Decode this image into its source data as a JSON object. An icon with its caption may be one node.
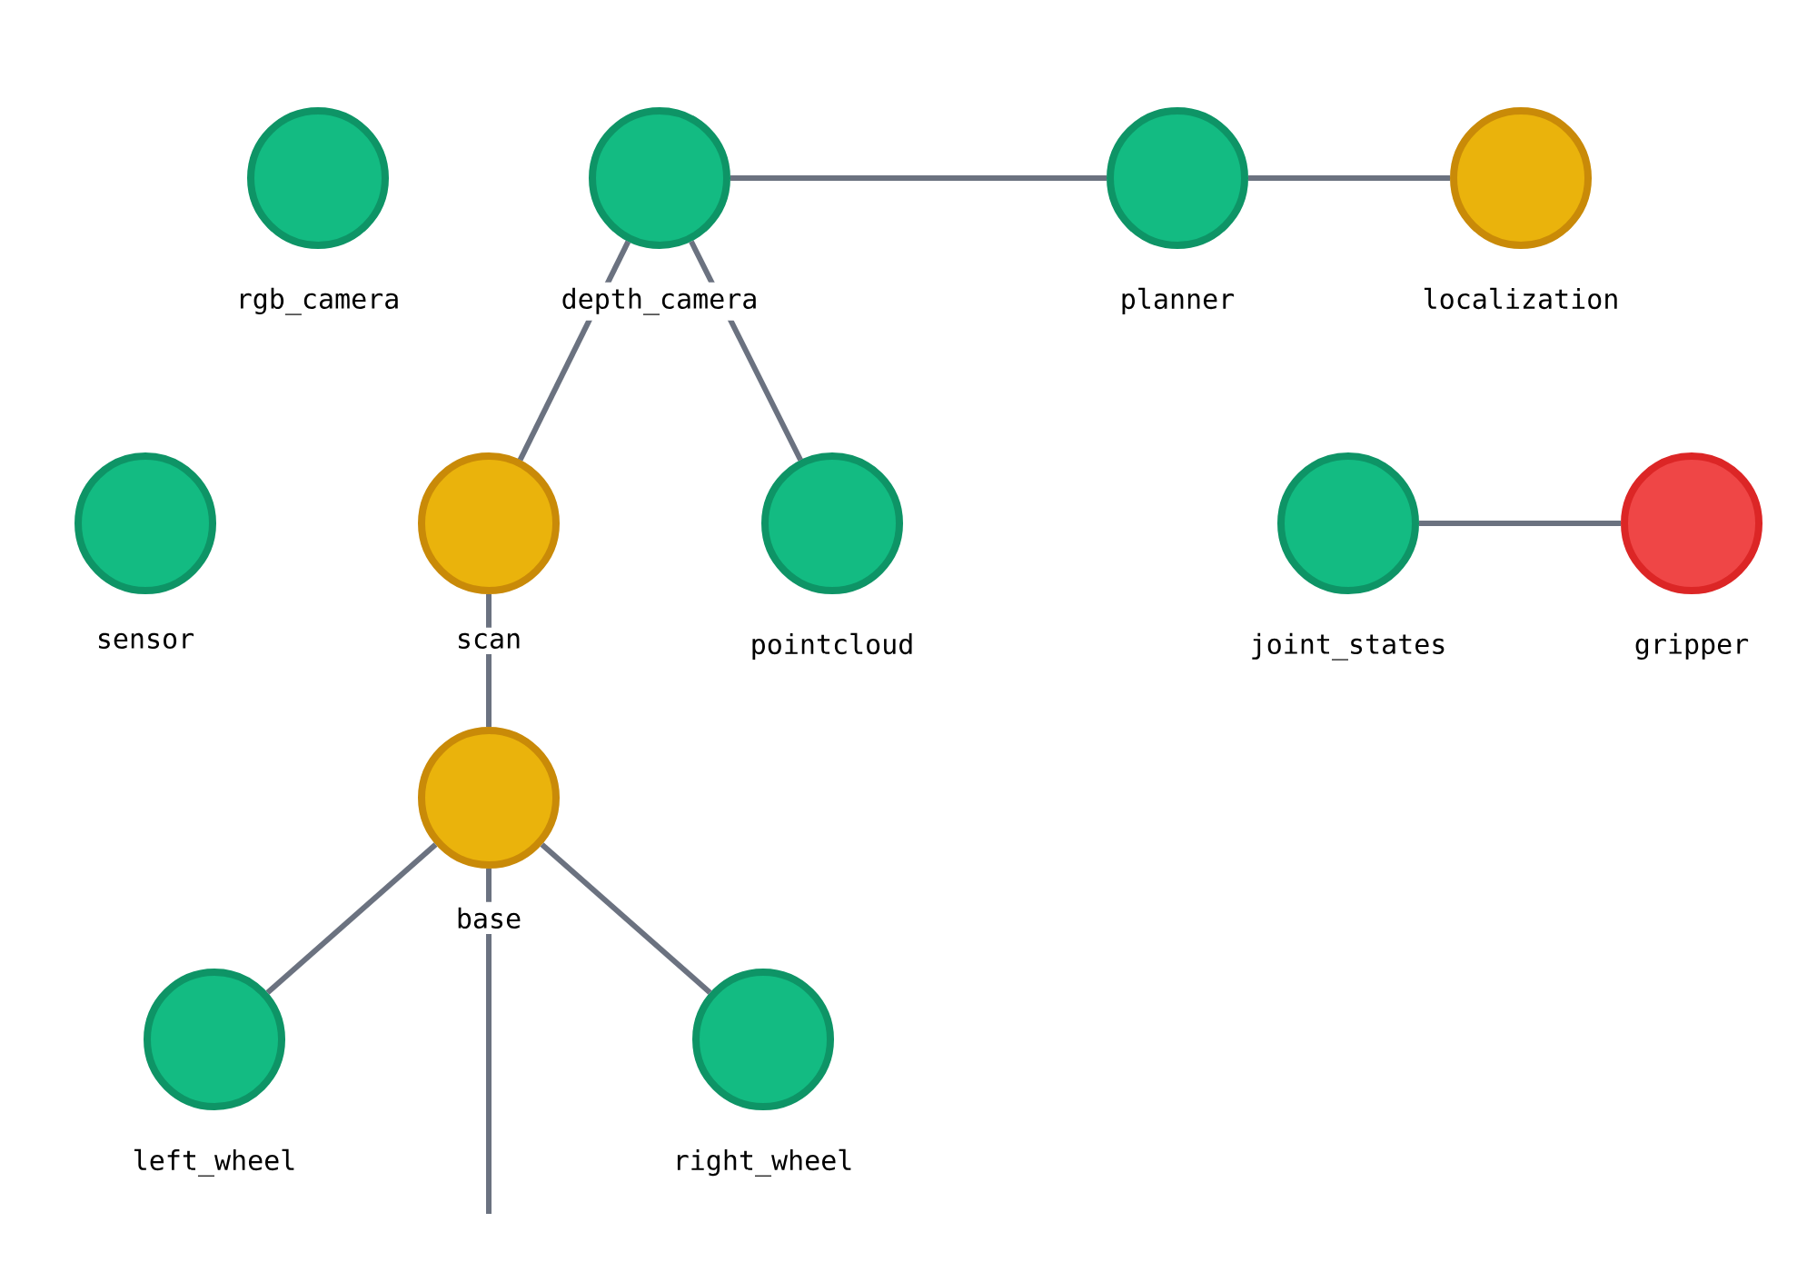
{
  "diagram": {
    "nodes": [
      {
        "text": [
          "rgb_camera"
        ]
      },
      {
        "text": [
          "depth_camera"
        ]
      },
      {
        "text": [
          "planner"
        ]
      },
      {
        "text": [
          "localization"
        ]
      },
      {
        "text": [
          "sensor"
        ]
      },
      {
        "text": [
          "scan"
        ]
      },
      {
        "text": [
          "pointcloud"
        ]
      },
      {
        "text": [
          "joint_states"
        ]
      },
      {
        "text": [
          "gripper"
        ]
      },
      {
        "text": [
          "base"
        ]
      },
      {
        "text": [
          "left_wheel"
        ]
      },
      {
        "text": [
          "right_wheel"
        ]
      }
    ],
    "edges": [
      {
        "from": 1,
        "to": 2,
        "arrow": "none"
      },
      {
        "from": 2,
        "to": 3,
        "arrow": "none"
      },
      {
        "from": 1,
        "to": 5,
        "arrow": "none"
      },
      {
        "from": 1,
        "to": 6,
        "arrow": "none"
      },
      {
        "from": 7,
        "to": 8,
        "arrow": "none"
      },
      {
        "from": 5,
        "to": 9,
        "arrow": "none"
      },
      {
        "from": 9,
        "to": 10,
        "arrow": "none"
      },
      {
        "from": 9,
        "to": 11,
        "arrow": "none"
      },
      {
        "from": 9,
        "to": null,
        "arrow": "none"
      }
    ]
  }
}
